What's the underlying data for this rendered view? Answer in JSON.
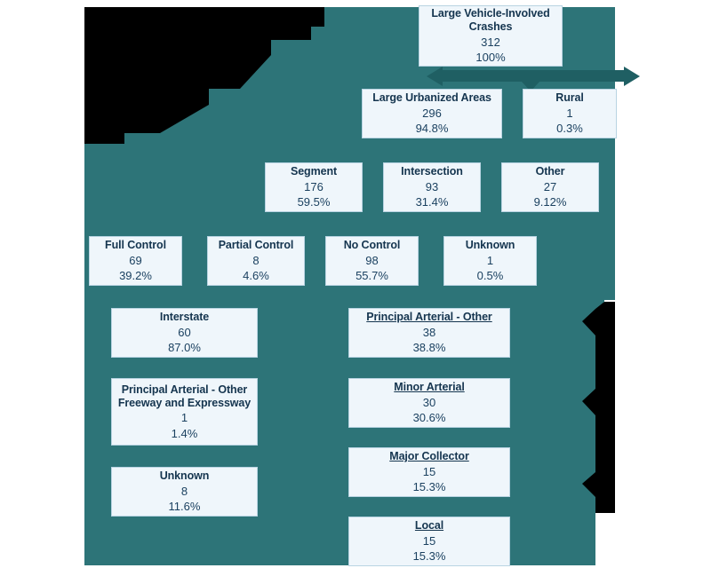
{
  "theme": {
    "background_teal": "#2d7478",
    "accent_dark_teal": "#1f5f63",
    "node_fill": "#eff6fb",
    "node_border": "#b9d4e2",
    "text_navy": "#15354f",
    "mask_black": "#000000"
  },
  "chart_data": {
    "type": "diagram",
    "title": "Large Vehicle-Involved Crashes breakdown",
    "rows": [
      {
        "row": 1,
        "nodes": [
          {
            "title": "Large Vehicle-Involved Crashes",
            "count": "312",
            "percent": "100%",
            "underline": false
          }
        ]
      },
      {
        "row": 2,
        "nodes": [
          {
            "title": "Large Urbanized Areas",
            "count": "296",
            "percent": "94.8%",
            "underline": false
          },
          {
            "title": "Rural",
            "count": "1",
            "percent": "0.3%",
            "underline": false
          }
        ]
      },
      {
        "row": 3,
        "nodes": [
          {
            "title": "Segment",
            "count": "176",
            "percent": "59.5%",
            "underline": false
          },
          {
            "title": "Intersection",
            "count": "93",
            "percent": "31.4%",
            "underline": false
          },
          {
            "title": "Other",
            "count": "27",
            "percent": "9.12%",
            "underline": false
          }
        ]
      },
      {
        "row": 4,
        "nodes": [
          {
            "title": "Full Control",
            "count": "69",
            "percent": "39.2%",
            "underline": false
          },
          {
            "title": "Partial Control",
            "count": "8",
            "percent": "4.6%",
            "underline": false
          },
          {
            "title": "No Control",
            "count": "98",
            "percent": "55.7%",
            "underline": false
          },
          {
            "title": "Unknown",
            "count": "1",
            "percent": "0.5%",
            "underline": false
          }
        ]
      },
      {
        "row": 5,
        "column": "left",
        "nodes": [
          {
            "title": "Interstate",
            "count": "60",
            "percent": "87.0%",
            "underline": false
          },
          {
            "title": "Principal Arterial - Other Freeway and Expressway",
            "count": "1",
            "percent": "1.4%",
            "underline": false
          },
          {
            "title": "Unknown",
            "count": "8",
            "percent": "11.6%",
            "underline": false
          }
        ]
      },
      {
        "row": 5,
        "column": "right",
        "nodes": [
          {
            "title": "Principal Arterial - Other",
            "count": "38",
            "percent": "38.8%",
            "underline": true
          },
          {
            "title": "Minor Arterial",
            "count": "30",
            "percent": "30.6%",
            "underline": true
          },
          {
            "title": "Major Collector",
            "count": "15",
            "percent": "15.3%",
            "underline": true
          },
          {
            "title": "Local",
            "count": "15",
            "percent": "15.3%",
            "underline": true
          }
        ]
      }
    ]
  },
  "nodes": {
    "root": {
      "title": "Large Vehicle-Involved Crashes",
      "count": "312",
      "percent": "100%"
    },
    "urbanized": {
      "title": "Large Urbanized Areas",
      "count": "296",
      "percent": "94.8%"
    },
    "rural": {
      "title": "Rural",
      "count": "1",
      "percent": "0.3%"
    },
    "segment": {
      "title": "Segment",
      "count": "176",
      "percent": "59.5%"
    },
    "intersection": {
      "title": "Intersection",
      "count": "93",
      "percent": "31.4%"
    },
    "other": {
      "title": "Other",
      "count": "27",
      "percent": "9.12%"
    },
    "full_control": {
      "title": "Full Control",
      "count": "69",
      "percent": "39.2%"
    },
    "partial_control": {
      "title": "Partial Control",
      "count": "8",
      "percent": "4.6%"
    },
    "no_control": {
      "title": "No Control",
      "count": "98",
      "percent": "55.7%"
    },
    "unknown_control": {
      "title": "Unknown",
      "count": "1",
      "percent": "0.5%"
    },
    "interstate": {
      "title": "Interstate",
      "count": "60",
      "percent": "87.0%"
    },
    "pa_freeway": {
      "title_line1": "Principal Arterial - Other",
      "title_line2": "Freeway and Expressway",
      "count": "1",
      "percent": "1.4%"
    },
    "unknown_fc": {
      "title": "Unknown",
      "count": "8",
      "percent": "11.6%"
    },
    "pa_other": {
      "title": "Principal Arterial - Other",
      "count": "38",
      "percent": "38.8%"
    },
    "minor_arterial": {
      "title": "Minor Arterial",
      "count": "30",
      "percent": "30.6%"
    },
    "major_collector": {
      "title": "Major Collector",
      "count": "15",
      "percent": "15.3%"
    },
    "local": {
      "title": "Local",
      "count": "15",
      "percent": "15.3%"
    }
  }
}
